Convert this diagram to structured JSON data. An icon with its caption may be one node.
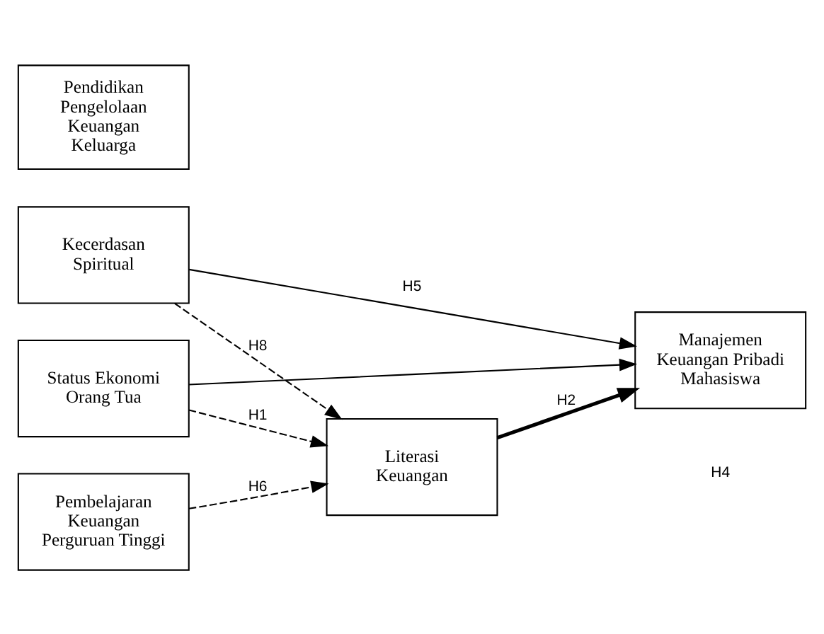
{
  "diagram": {
    "nodes": [
      {
        "text": [
          "Status Ekonomi Orang Tua"
        ]
      },
      {
        "text": [
          "Pendidikan Pengelolaan Keuangan Keluarga"
        ]
      },
      {
        "text": [
          "Pembelajaran Keuangan Perguruan Tinggi"
        ]
      },
      {
        "text": [
          "Kecerdasan Spiritual"
        ]
      },
      {
        "text": [
          "Literasi Keuangan"
        ]
      },
      {
        "text": [
          "Manajemen Keuangan Pribadi Mahasiswa"
        ]
      }
    ],
    "edges": [
      {
        "from": 0,
        "to": 5,
        "arrow": "to"
      },
      {
        "from": 0,
        "to": 4,
        "arrow": "to",
        "label": "H1",
        "style": "dashed"
      },
      {
        "from": 4,
        "to": 5,
        "arrow": "to",
        "label": "H2",
        "style": "thick"
      },
      {
        "from": 2,
        "to": 4,
        "arrow": "to",
        "label": "H6",
        "style": "dashed"
      },
      {
        "from": 3,
        "to": 4,
        "arrow": "to",
        "label": "H8",
        "style": "dashed"
      },
      {
        "from": 3,
        "to": 5,
        "arrow": "to",
        "label": "H5"
      }
    ],
    "labels": [
      "H4"
    ]
  }
}
